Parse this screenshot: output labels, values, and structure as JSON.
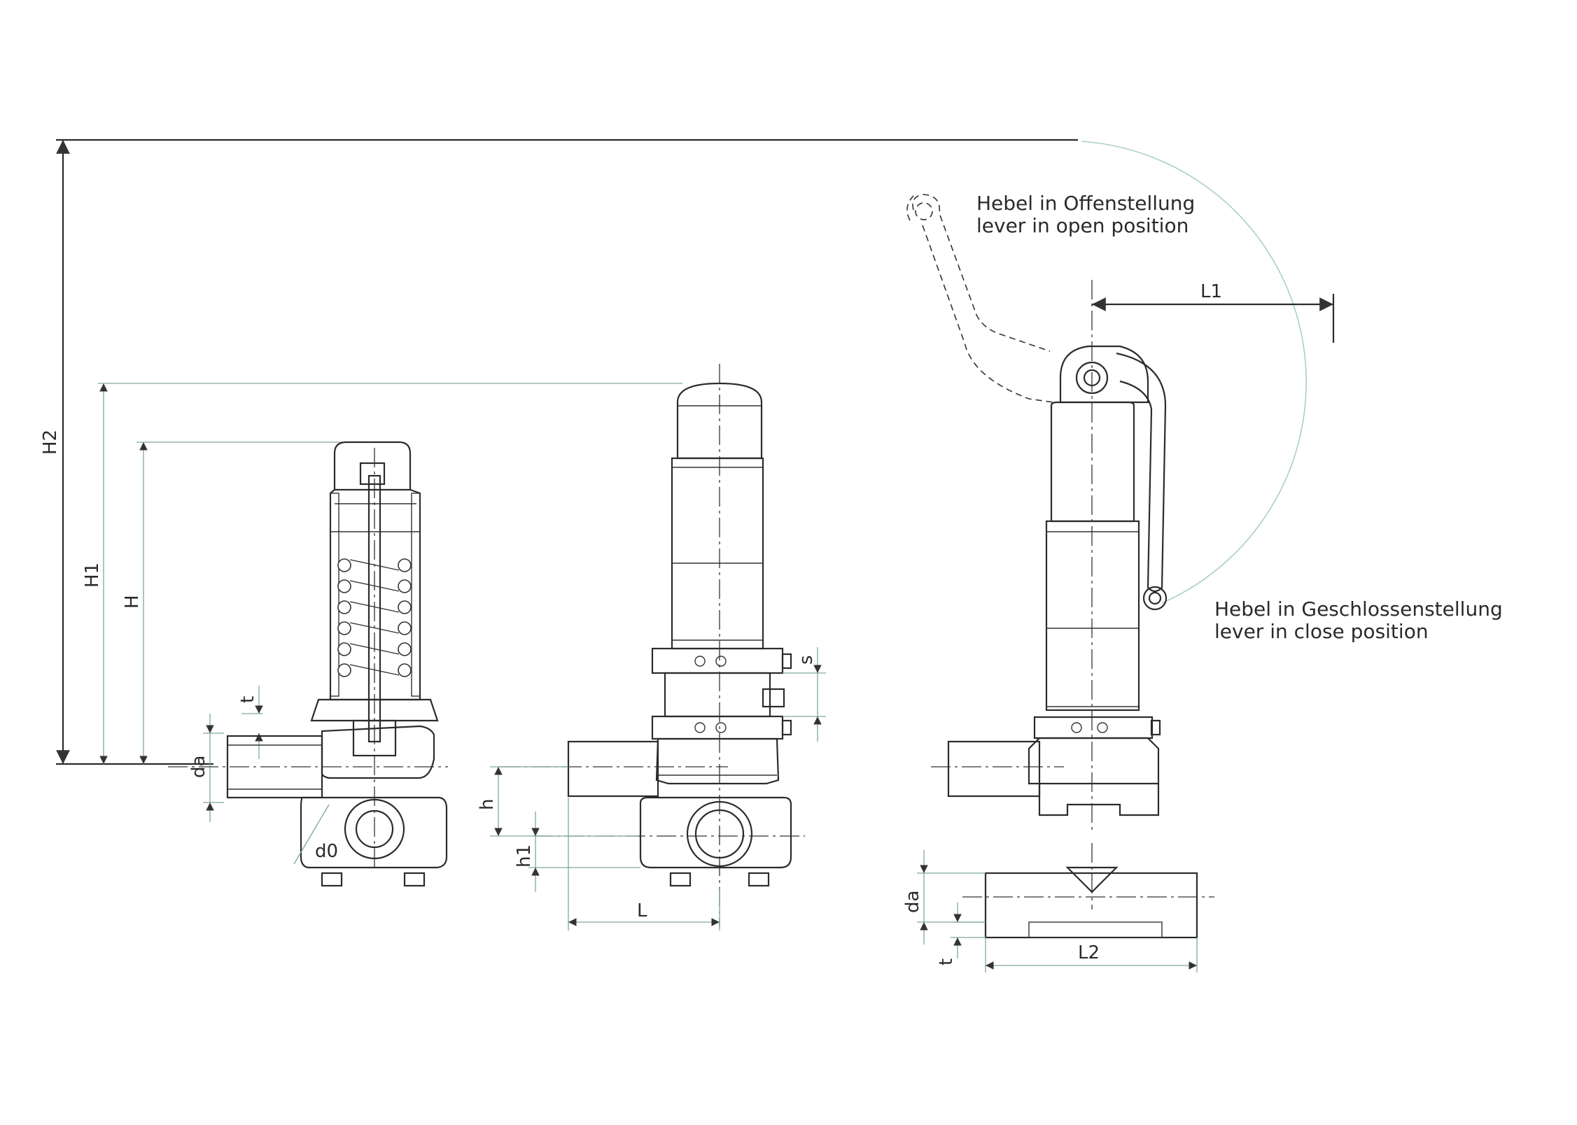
{
  "labels": {
    "H2": "H2",
    "H1": "H1",
    "H": "H",
    "t_left": "t",
    "da_left": "da",
    "d0": "d0",
    "h": "h",
    "h1": "h1",
    "L": "L",
    "s": "s",
    "L1": "L1",
    "da_bottom": "da",
    "t_bottom": "t",
    "L2": "L2"
  },
  "notes": {
    "open_de": "Hebel in Offenstellung",
    "open_en": "lever in open position",
    "close_de": "Hebel in Geschlossenstellung",
    "close_en": "lever in close position"
  }
}
